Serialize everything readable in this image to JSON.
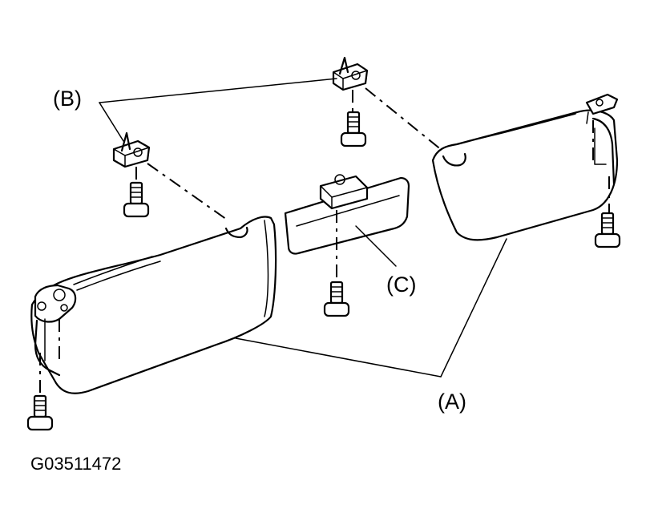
{
  "labels": {
    "a": "(A)",
    "b": "(B)",
    "c": "(C)"
  },
  "figure_code": "G03511472"
}
